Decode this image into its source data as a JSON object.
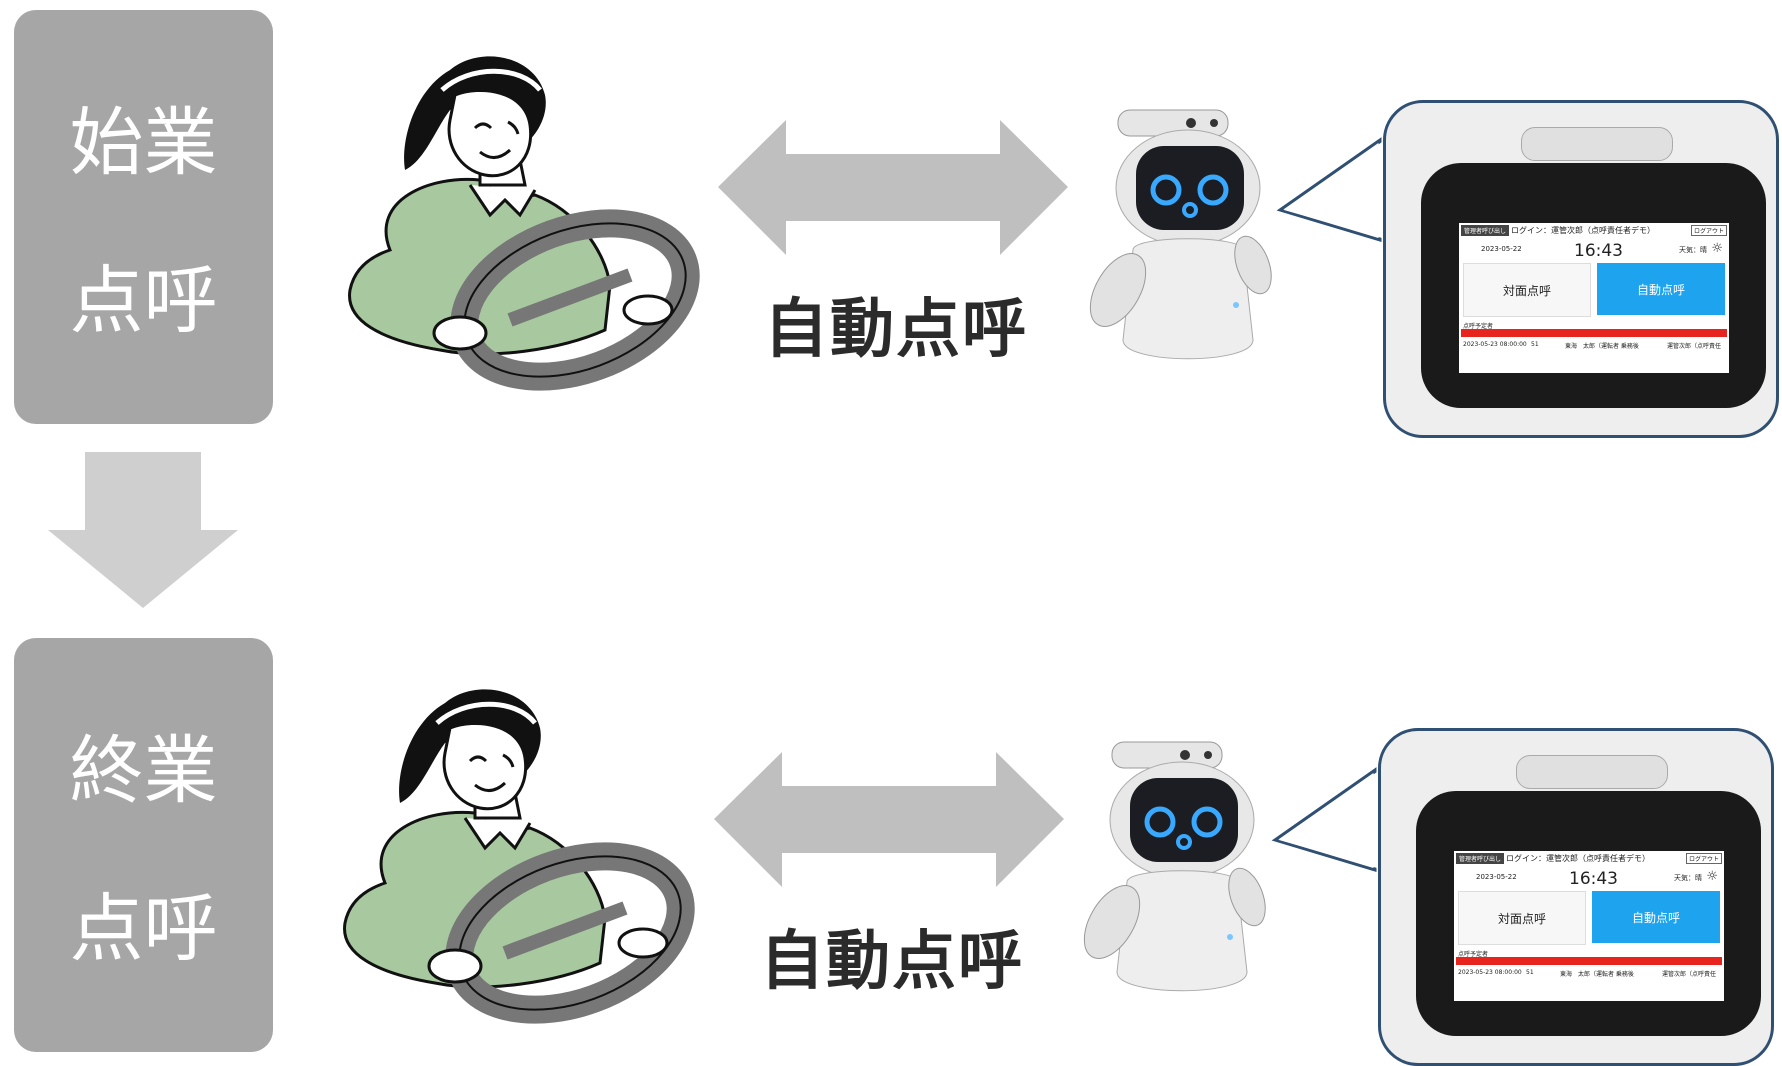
{
  "colors": {
    "stage_box": "#a6a6a6",
    "arrow": "#bfbfbf",
    "label_text": "#2b2b2b",
    "bubble_border": "#2f4f73",
    "auto_button": "#1ea3ee",
    "alert_red": "#e8241f",
    "shirt_green": "#a8c9a0"
  },
  "stages": [
    {
      "line1": "始業",
      "line2": "点呼",
      "flow_label": "自動点呼",
      "screen": {
        "top_left_badge": "管理者呼び出し",
        "login_text": "ログイン：運管次郎（点呼責任者デモ）",
        "logout_label": "ログアウト",
        "date": "2023-05-22",
        "time": "16:43",
        "weather": "天気：晴",
        "face_to_face_button": "対面点呼",
        "auto_button": "自動点呼",
        "schedule_label": "点呼予定者",
        "row_datetime": "2023-05-23 08:00:00",
        "row_number": "51",
        "row_name": "東海　太郎（運転者 乗務後",
        "row_manager": "運管次郎（点呼責任"
      }
    },
    {
      "line1": "終業",
      "line2": "点呼",
      "flow_label": "自動点呼",
      "screen": {
        "top_left_badge": "管理者呼び出し",
        "login_text": "ログイン：運管次郎（点呼責任者デモ）",
        "logout_label": "ログアウト",
        "date": "2023-05-22",
        "time": "16:43",
        "weather": "天気：晴",
        "face_to_face_button": "対面点呼",
        "auto_button": "自動点呼",
        "schedule_label": "点呼予定者",
        "row_datetime": "2023-05-23 08:00:00",
        "row_number": "51",
        "row_name": "東海　太郎（運転者 乗務後",
        "row_manager": "運管次郎（点呼責任"
      }
    }
  ]
}
